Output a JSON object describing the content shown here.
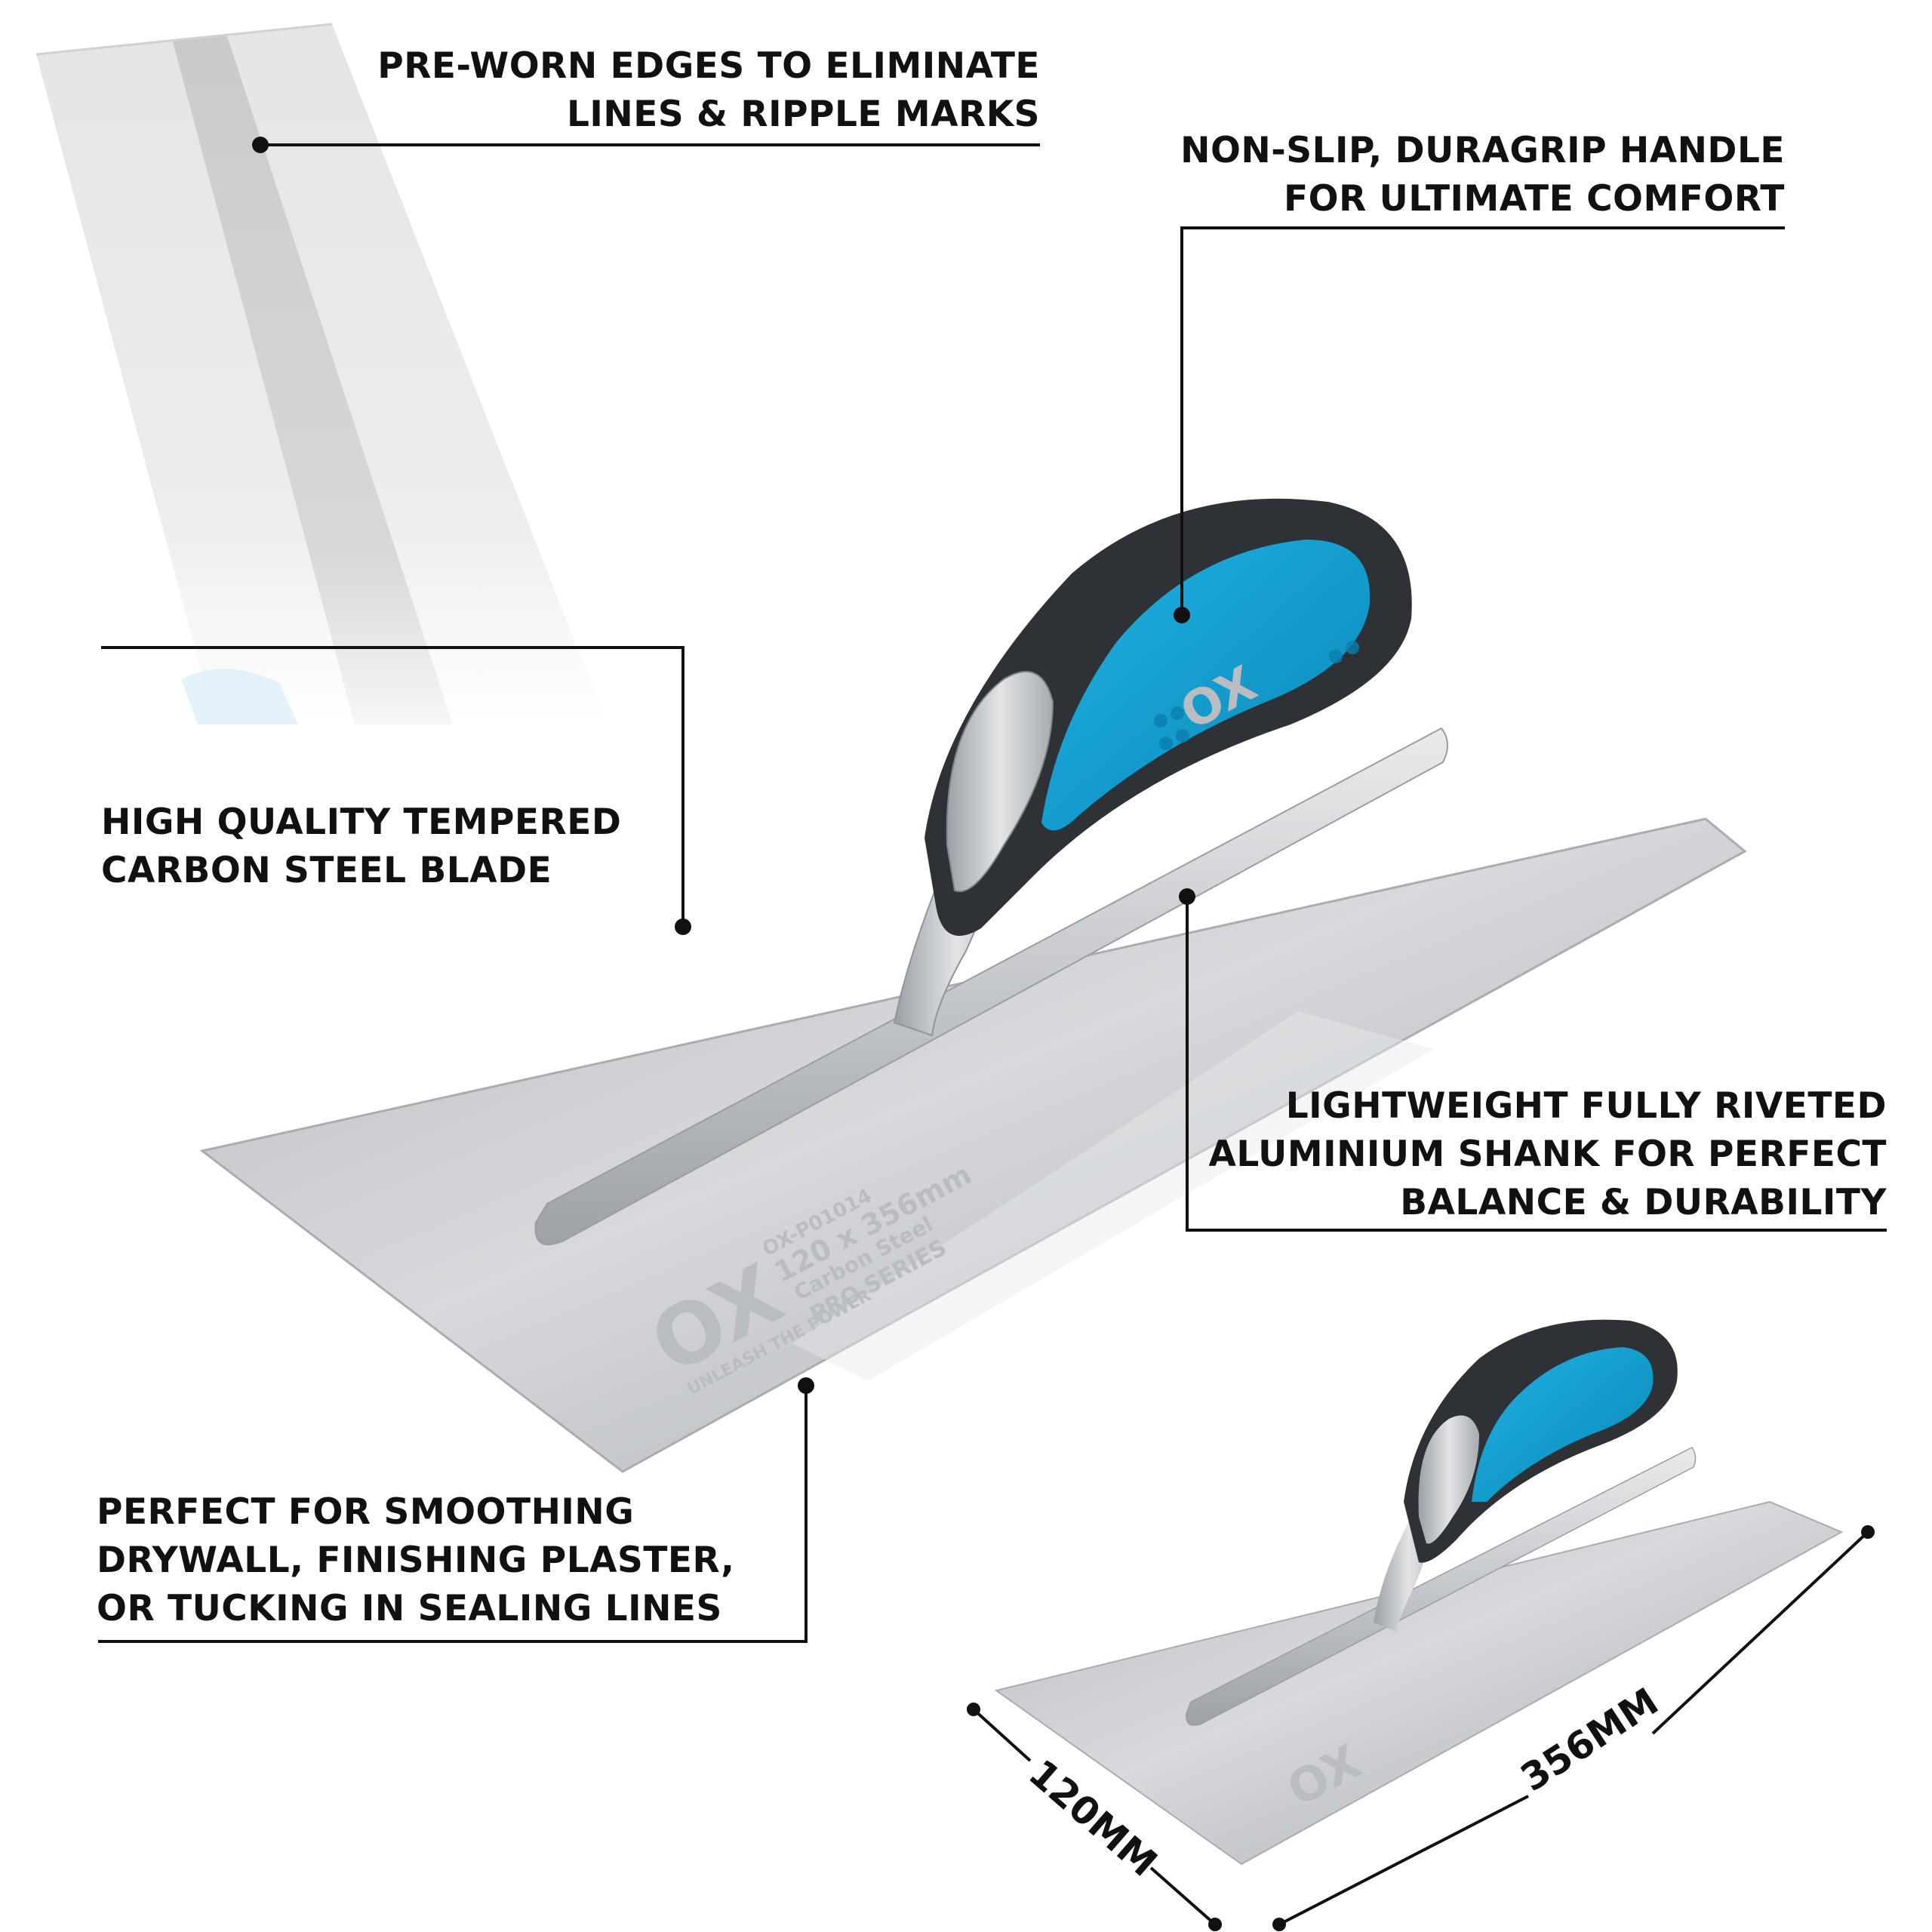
{
  "callouts": {
    "edges": [
      "PRE-WORN EDGES TO ELIMINATE",
      "LINES & RIPPLE MARKS"
    ],
    "handle": [
      "NON-SLIP, DURAGRIP HANDLE",
      "FOR ULTIMATE COMFORT"
    ],
    "blade": [
      "HIGH QUALITY TEMPERED",
      "CARBON STEEL BLADE"
    ],
    "shank": [
      "LIGHTWEIGHT FULLY RIVETED",
      "ALUMINIUM SHANK FOR PERFECT",
      "BALANCE & DURABILITY"
    ],
    "uses": [
      "PERFECT FOR SMOOTHING",
      "DRYWALL, FINISHING PLASTER,",
      "OR TUCKING IN SEALING LINES"
    ]
  },
  "dimensions": {
    "width": "120MM",
    "length": "356MM"
  },
  "blade_marking": {
    "brand": "OX",
    "tagline": "UNLEASH THE POWER",
    "line1": "OX-P01014",
    "line2": "120 x 356mm",
    "line3": "Carbon Steel",
    "series": "PRO SERIES"
  },
  "handle_logo": "OX",
  "colors": {
    "accent": "#0fa3d6",
    "grip_dark": "#2e3135",
    "steel": "#c9ccd0",
    "text": "#111111"
  }
}
